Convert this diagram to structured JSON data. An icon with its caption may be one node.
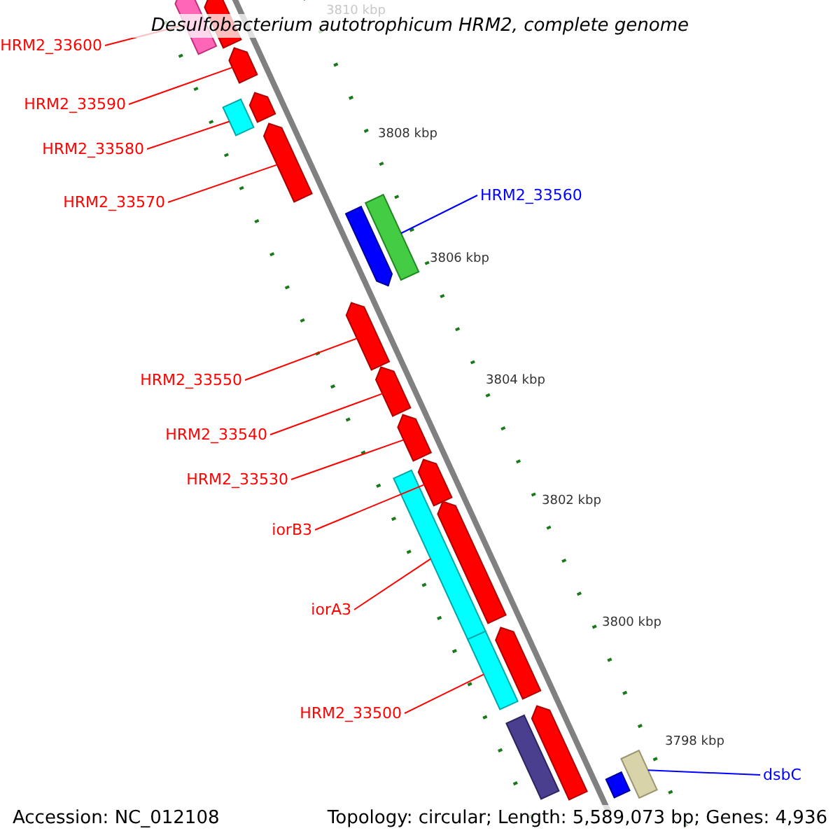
{
  "diagram": {
    "title": "Desulfobacterium autotrophicum HRM2, complete genome",
    "nodes": [
      {
        "text": [
          "HRM2_33600"
        ]
      },
      {
        "text": [
          "HRM2_33590"
        ]
      },
      {
        "text": [
          "HRM2_33580"
        ]
      },
      {
        "text": [
          "HRM2_33570"
        ]
      },
      {
        "text": [
          "HRM2_33560"
        ]
      },
      {
        "text": [
          "HRM2_33550"
        ]
      },
      {
        "text": [
          "HRM2_33540"
        ]
      },
      {
        "text": [
          "HRM2_33530"
        ]
      },
      {
        "text": [
          "iorB3"
        ]
      },
      {
        "text": [
          "iorA3"
        ]
      },
      {
        "text": [
          "HRM2_33500"
        ]
      },
      {
        "text": [
          "dsbC"
        ]
      },
      {
        "text": [],
        "shape": "arrow"
      },
      {
        "text": [],
        "shape": "arrow"
      },
      {
        "text": [],
        "shape": "arrow"
      },
      {
        "text": [],
        "shape": "arrow"
      },
      {
        "text": [],
        "shape": "bar"
      },
      {
        "text": [],
        "shape": "arrow"
      },
      {
        "text": [],
        "shape": "arrow"
      },
      {
        "text": [],
        "shape": "bar"
      },
      {
        "text": [],
        "shape": "arrow"
      },
      {
        "text": [],
        "shape": "arrow"
      },
      {
        "text": [],
        "shape": "arrow"
      },
      {
        "text": [],
        "shape": "arrow"
      },
      {
        "text": [],
        "shape": "bar"
      },
      {
        "text": [],
        "shape": "arrow"
      },
      {
        "text": [],
        "shape": "bar"
      },
      {
        "text": [],
        "shape": "arrow"
      },
      {
        "text": [],
        "shape": "arrow"
      },
      {
        "text": [],
        "shape": "bar"
      },
      {
        "text": [],
        "shape": "bar"
      },
      {
        "text": [],
        "shape": "bar"
      }
    ],
    "edges": [
      {
        "from": 0,
        "to": 12,
        "arrow": "none"
      },
      {
        "from": 1,
        "to": 14,
        "arrow": "none"
      },
      {
        "from": 2,
        "to": 16,
        "arrow": "none"
      },
      {
        "from": 3,
        "to": 17,
        "arrow": "none"
      },
      {
        "from": 4,
        "to": 19,
        "arrow": "none",
        "color": "#0000ff"
      },
      {
        "from": 5,
        "to": 20,
        "arrow": "none"
      },
      {
        "from": 6,
        "to": 21,
        "arrow": "none"
      },
      {
        "from": 7,
        "to": 22,
        "arrow": "none"
      },
      {
        "from": 8,
        "to": 23,
        "arrow": "none"
      },
      {
        "from": 9,
        "to": 24,
        "arrow": "none"
      },
      {
        "from": 10,
        "to": 26,
        "arrow": "none"
      },
      {
        "from": 11,
        "to": 30,
        "arrow": "none",
        "color": "#0000ff"
      }
    ],
    "labels": [
      "3810 kbp",
      "3808 kbp",
      "3806 kbp",
      "3804 kbp",
      "3802 kbp",
      "3800 kbp",
      "3798 kbp",
      "Accession: NC_012108",
      "Topology: circular; Length: 5,589,073 bp; Genes: 4,936"
    ]
  }
}
